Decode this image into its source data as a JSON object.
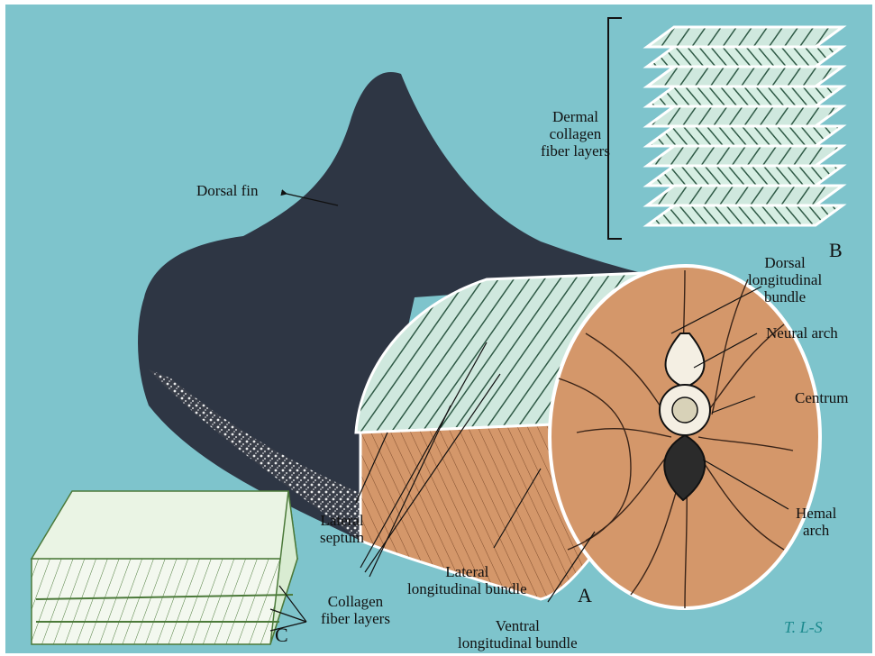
{
  "colors": {
    "background": "#7ec4cc",
    "fin": "#2e3644",
    "muscle": "#d4976a",
    "collagen": "#cfe8de",
    "line": "#111111",
    "signature": "#1c8a8e"
  },
  "labels": {
    "dorsal_fin": "Dorsal fin",
    "dermal_collagen": [
      "Dermal",
      "collagen",
      "fiber layers"
    ],
    "dorsal_bundle": [
      "Dorsal",
      "longitudinal",
      "bundle"
    ],
    "neural_arch": "Neural arch",
    "centrum": "Centrum",
    "hemal_arch": [
      "Hemal",
      "arch"
    ],
    "lateral_septum": [
      "Lateral",
      "septum"
    ],
    "lateral_bundle": [
      "Lateral",
      "longitudinal bundle"
    ],
    "ventral_bundle": [
      "Ventral",
      "longitudinal bundle"
    ],
    "collagen_layers": [
      "Collagen",
      "fiber layers"
    ]
  },
  "panels": {
    "a": "A",
    "b": "B",
    "c": "C"
  },
  "signature": "T. L-S"
}
